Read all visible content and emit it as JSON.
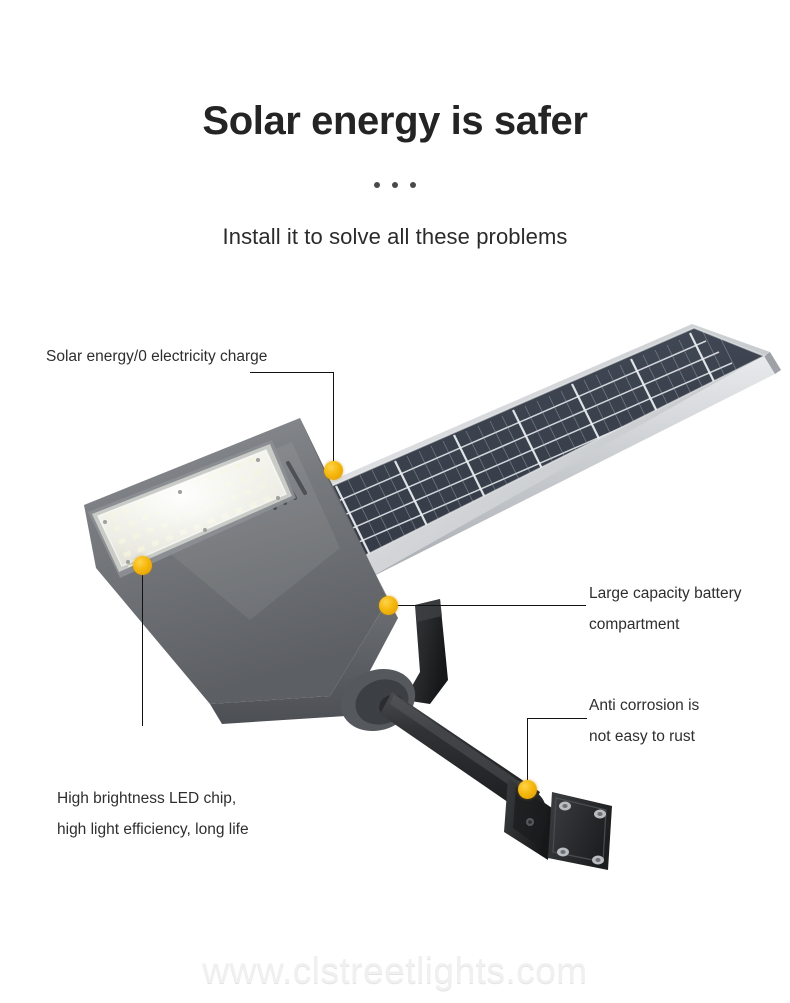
{
  "header": {
    "headline": "Solar energy is safer",
    "subhead": "Install it to solve all these problems",
    "divider_dots": 3
  },
  "callouts": [
    {
      "id": "solar-energy",
      "lines": [
        "Solar energy/0 electricity charge"
      ],
      "marker_color": "#f5b70c",
      "leader": "elbow-down-right"
    },
    {
      "id": "battery-compartment",
      "lines": [
        "Large capacity battery",
        "compartment"
      ],
      "marker_color": "#f5b70c",
      "leader": "straight-right"
    },
    {
      "id": "anti-corrosion",
      "lines": [
        "Anti corrosion is",
        "not easy to rust"
      ],
      "marker_color": "#f5b70c",
      "leader": "elbow-up-right"
    },
    {
      "id": "led-chip",
      "lines": [
        "High brightness LED chip,",
        "high light efficiency, long life"
      ],
      "marker_color": "#f5b70c",
      "leader": "straight-down"
    }
  ],
  "product": {
    "name": "solar-street-light",
    "parts": [
      "solar-panel",
      "led-luminaire-head",
      "battery-compartment",
      "support-bracket",
      "mounting-pole",
      "wall-mount-plate"
    ]
  },
  "watermark": {
    "text": "www.clstreetlights.com"
  },
  "colors": {
    "background": "#ffffff",
    "headline": "#242424",
    "body_text": "#2e2e2e",
    "marker": "#f5b70c",
    "leader_line": "#111111",
    "panel_cell": "#3c4450",
    "panel_frame": "#d8dadd",
    "housing": "#6e7074",
    "bracket": "#2a2b2d",
    "watermark": "#f0f0f0"
  }
}
